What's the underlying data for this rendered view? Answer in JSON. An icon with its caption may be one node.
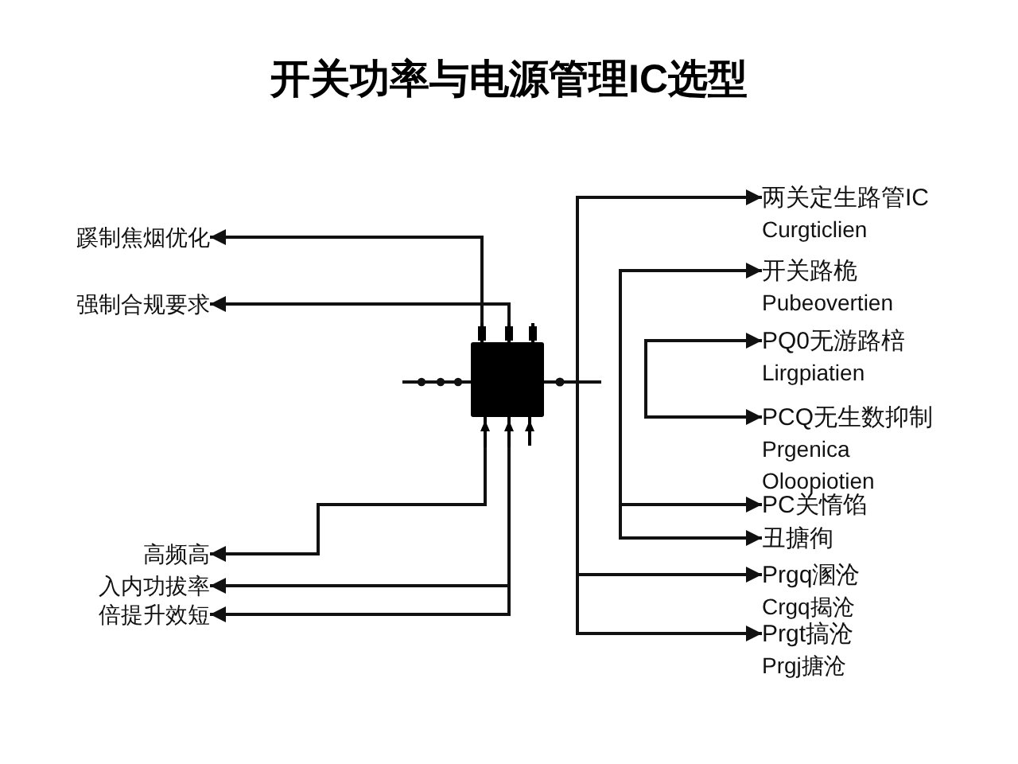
{
  "diagram": {
    "title": "开关功率与电源管理IC选型",
    "nodes": [
      {
        "text": [
          "蹊制焦烟优化"
        ]
      },
      {
        "text": [
          "强制合规要求"
        ]
      },
      {
        "text": [],
        "shape": "box"
      },
      {
        "text": [
          "高频高"
        ]
      },
      {
        "text": [
          "入内功拔率"
        ]
      },
      {
        "text": [
          "倍提升效短"
        ]
      },
      {
        "text": [
          "两关定生路管IC",
          "Curgticlien"
        ]
      },
      {
        "text": [
          "开关路桅",
          "Pubeovertien"
        ]
      },
      {
        "text": [
          "PQ0无游路棓",
          "Lirgpiatien"
        ]
      },
      {
        "text": [
          "PCQ无生数抑制",
          "Prgenica",
          "Oloopiotien"
        ]
      },
      {
        "text": [
          "PC关惰馅"
        ]
      },
      {
        "text": [
          "丑搪徇"
        ]
      },
      {
        "text": [
          "Prgq溷沧",
          "Crgq揭沧"
        ]
      },
      {
        "text": [
          "Prgt搞沧",
          "Prgj搪沧"
        ]
      }
    ],
    "edges": [
      {
        "from": 2,
        "to": 0,
        "arrow": "to"
      },
      {
        "from": 2,
        "to": 1,
        "arrow": "to"
      },
      {
        "from": 2,
        "to": 3,
        "arrow": "to"
      },
      {
        "from": 2,
        "to": 4,
        "arrow": "to"
      },
      {
        "from": 2,
        "to": 5,
        "arrow": "to"
      },
      {
        "from": null,
        "to": 2,
        "arrow": "none"
      },
      {
        "from": 2,
        "to": 6,
        "arrow": "to"
      },
      {
        "from": 2,
        "to": 12,
        "arrow": "to"
      },
      {
        "from": 2,
        "to": 13,
        "arrow": "to"
      },
      {
        "from": null,
        "to": 7,
        "arrow": "to"
      },
      {
        "from": null,
        "to": 10,
        "arrow": "to"
      },
      {
        "from": null,
        "to": 11,
        "arrow": "to"
      },
      {
        "from": null,
        "to": 8,
        "arrow": "to"
      },
      {
        "from": null,
        "to": 9,
        "arrow": "to"
      }
    ]
  }
}
